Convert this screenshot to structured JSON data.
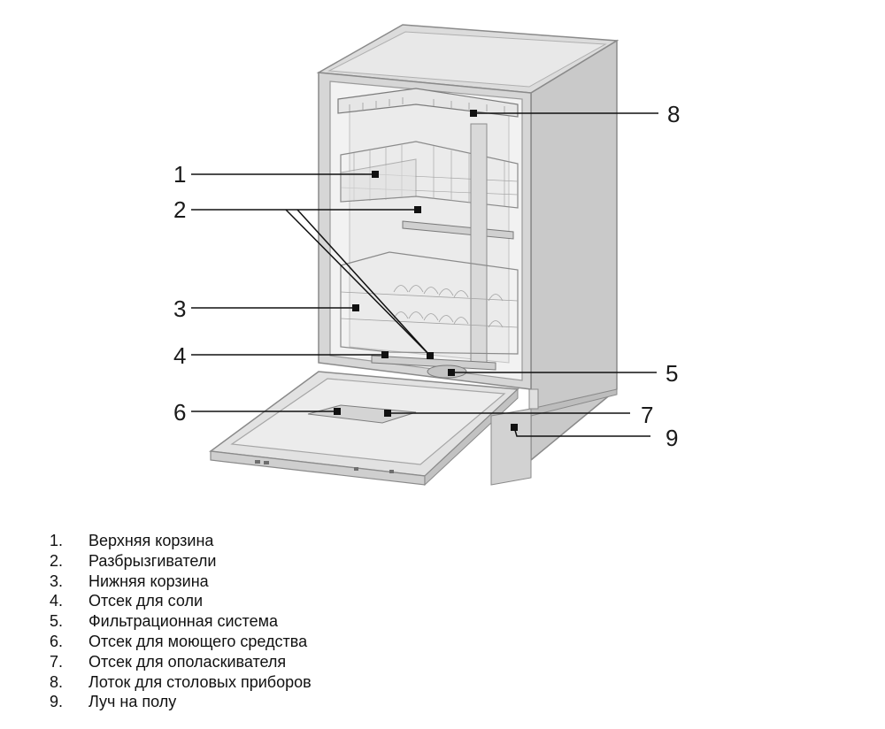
{
  "callouts": [
    {
      "number": "1",
      "label": "Верхняя корзина"
    },
    {
      "number": "2",
      "label": "Разбрызгиватели"
    },
    {
      "number": "3",
      "label": "Нижняя корзина"
    },
    {
      "number": "4",
      "label": "Отсек для соли"
    },
    {
      "number": "5",
      "label": "Фильтрационная система"
    },
    {
      "number": "6",
      "label": "Отсек для моющего средства"
    },
    {
      "number": "7",
      "label": "Отсек для ополаскивателя"
    },
    {
      "number": "8",
      "label": "Лоток для столовых приборов"
    },
    {
      "number": "9",
      "label": "Луч на полу"
    }
  ],
  "legend_numbers": [
    "1.",
    "2.",
    "3.",
    "4.",
    "5.",
    "6.",
    "7.",
    "8.",
    "9."
  ]
}
